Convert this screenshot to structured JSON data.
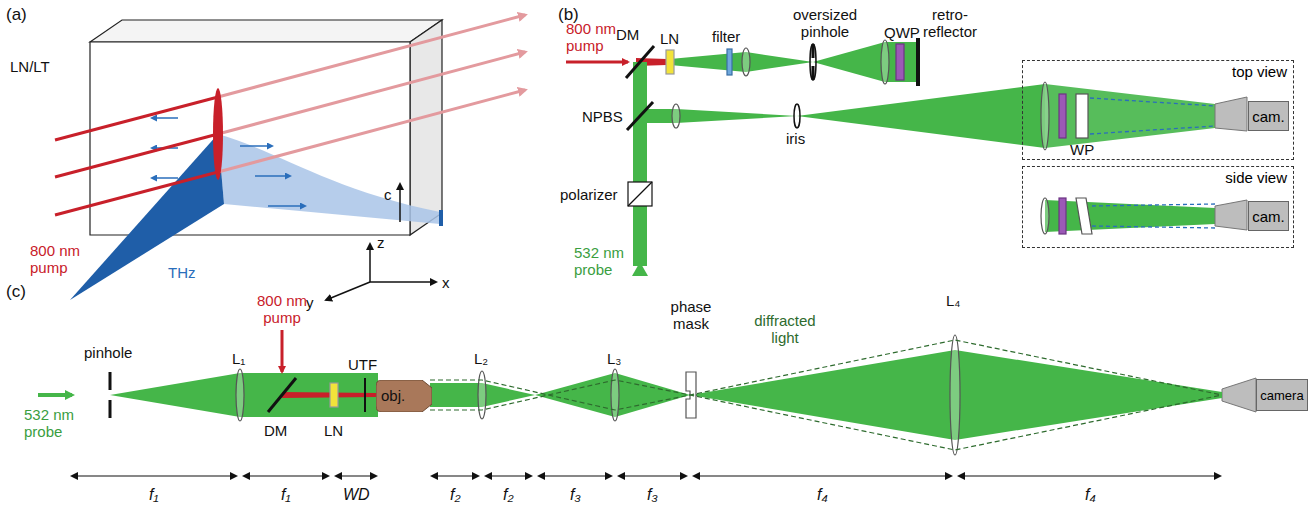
{
  "diagram": {
    "nodes": [
      {
        "text": [
          "top view"
        ]
      },
      {
        "text": [
          "cam."
        ],
        "in": 0
      },
      {
        "text": [
          "side view"
        ]
      },
      {
        "text": [
          "cam."
        ],
        "in": 2
      },
      {
        "text": [
          "obj."
        ]
      },
      {
        "text": [
          "camera"
        ]
      }
    ],
    "labels": [
      "(a)",
      "LN/LT",
      "800 nm pump",
      "THz",
      "c",
      "z",
      "y",
      "x",
      "(b)",
      "800 nm pump",
      "DM",
      "LN",
      "filter",
      "oversized pinhole",
      "QWP",
      "retro- reflector",
      "NPBS",
      "iris",
      "polarizer",
      "532 nm probe",
      "WP",
      "(c)",
      "532 nm probe",
      "pinhole",
      "L₁",
      "800 nm pump",
      "DM",
      "LN",
      "UTF",
      "L₂",
      "L₃",
      "phase mask",
      "diffracted light",
      "L₄",
      "f₁",
      "f₁",
      "WD",
      "f₂",
      "f₂",
      "f₃",
      "f₃",
      "f₄",
      "f₄"
    ]
  }
}
